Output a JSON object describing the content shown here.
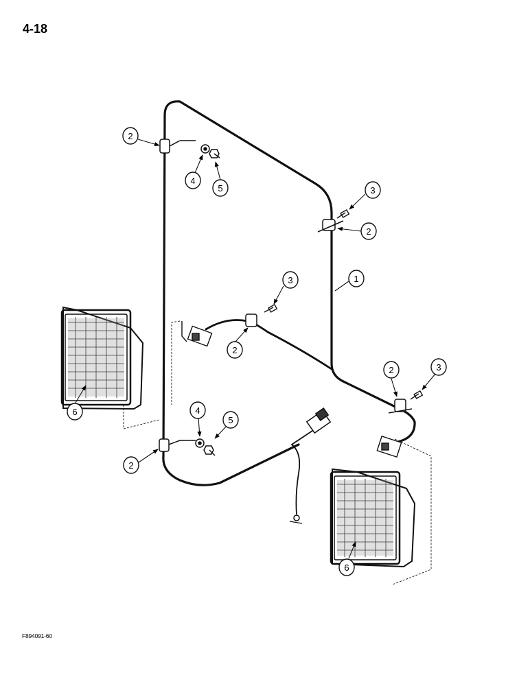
{
  "page": {
    "number": "4-18",
    "figure_id": "F894091-60"
  },
  "callouts": [
    {
      "id": "c1",
      "label": "2"
    },
    {
      "id": "c2",
      "label": "4"
    },
    {
      "id": "c3",
      "label": "5"
    },
    {
      "id": "c4",
      "label": "3"
    },
    {
      "id": "c5",
      "label": "2"
    },
    {
      "id": "c6",
      "label": "3"
    },
    {
      "id": "c7",
      "label": "1"
    },
    {
      "id": "c8",
      "label": "2"
    },
    {
      "id": "c9",
      "label": "2"
    },
    {
      "id": "c10",
      "label": "3"
    },
    {
      "id": "c11",
      "label": "6"
    },
    {
      "id": "c12",
      "label": "4"
    },
    {
      "id": "c13",
      "label": "5"
    },
    {
      "id": "c14",
      "label": "2"
    },
    {
      "id": "c15",
      "label": "6"
    }
  ]
}
